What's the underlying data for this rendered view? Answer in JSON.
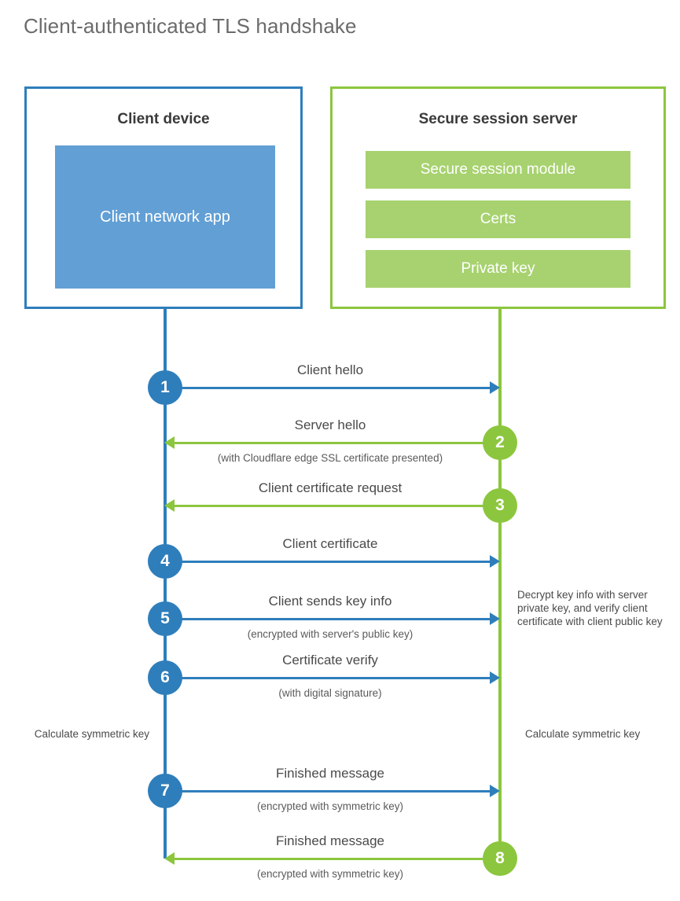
{
  "title": "Client-authenticated TLS handshake",
  "colors": {
    "client_blue": "#2e7ebb",
    "client_app_fill": "#629fd5",
    "server_green": "#8cc63e",
    "server_item_fill": "#a7d26f",
    "text": "#4a4a4a",
    "title_text": "#6b6b6b",
    "background": "#ffffff"
  },
  "client": {
    "title": "Client device",
    "app_label": "Client network app"
  },
  "server": {
    "title": "Secure session server",
    "items": [
      {
        "label": "Secure session module"
      },
      {
        "label": "Certs"
      },
      {
        "label": "Private key"
      }
    ]
  },
  "steps": [
    {
      "number": "1",
      "label": "Client hello",
      "sublabel": "",
      "direction": "client-to-server",
      "color": "blue"
    },
    {
      "number": "2",
      "label": "Server hello",
      "sublabel": "(with Cloudflare edge SSL certificate presented)",
      "direction": "server-to-client",
      "color": "green"
    },
    {
      "number": "3",
      "label": "Client certificate request",
      "sublabel": "",
      "direction": "server-to-client",
      "color": "green"
    },
    {
      "number": "4",
      "label": "Client certificate",
      "sublabel": "",
      "direction": "client-to-server",
      "color": "blue"
    },
    {
      "number": "5",
      "label": "Client sends key info",
      "sublabel": "(encrypted with server's public key)",
      "direction": "client-to-server",
      "color": "blue"
    },
    {
      "number": "6",
      "label": "Certificate verify",
      "sublabel": "(with digital signature)",
      "direction": "client-to-server",
      "color": "blue"
    },
    {
      "number": "7",
      "label": "Finished message",
      "sublabel": "(encrypted with symmetric key)",
      "direction": "client-to-server",
      "color": "blue"
    },
    {
      "number": "8",
      "label": "Finished message",
      "sublabel": "(encrypted with symmetric key)",
      "direction": "server-to-client",
      "color": "green"
    }
  ],
  "annotations": {
    "decrypt_note": "Decrypt key info with server private key, and verify client certificate with client public key",
    "calculate_symmetric_key_client": "Calculate symmetric key",
    "calculate_symmetric_key_server": "Calculate symmetric key"
  }
}
